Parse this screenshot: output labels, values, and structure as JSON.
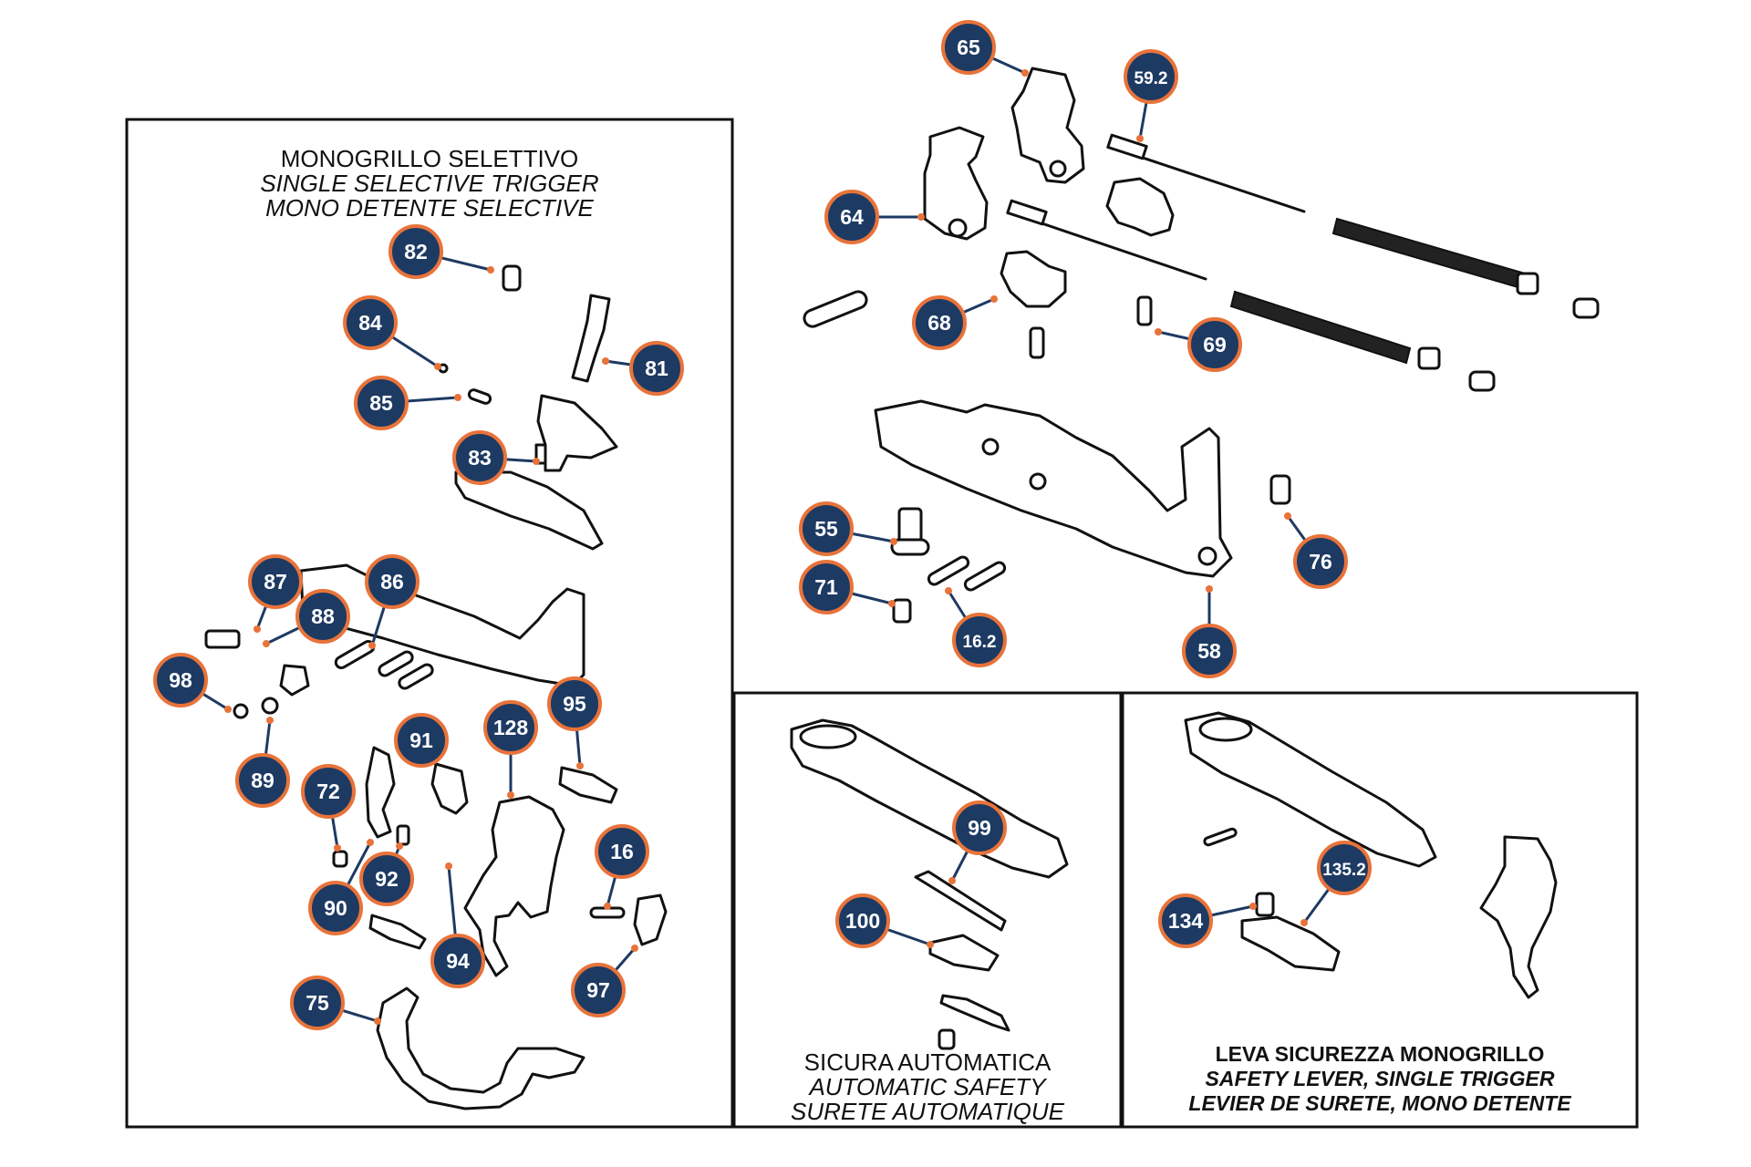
{
  "colors": {
    "badge_fill": "#1d3a63",
    "badge_ring": "#e8733a",
    "leader": "#1d3a63",
    "leader_dot": "#e8733a",
    "line_art": "#111111"
  },
  "panels": {
    "single_trigger": {
      "titles": [
        "MONOGRILLO SELETTIVO",
        "SINGLE SELECTIVE TRIGGER",
        "MONO DETENTE SELECTIVE"
      ]
    },
    "automatic_safety": {
      "titles": [
        "SICURA AUTOMATICA",
        "AUTOMATIC SAFETY",
        "SURETE AUTOMATIQUE"
      ]
    },
    "safety_lever": {
      "titles": [
        "LEVA SICUREZZA MONOGRILLO",
        "SAFETY LEVER, SINGLE TRIGGER",
        "LEVIER DE SURETE, MONO DETENTE"
      ]
    }
  },
  "callouts": [
    {
      "id": "c65",
      "label": "65"
    },
    {
      "id": "c59_2",
      "label": "59.2"
    },
    {
      "id": "c64",
      "label": "64"
    },
    {
      "id": "c68",
      "label": "68"
    },
    {
      "id": "c69",
      "label": "69"
    },
    {
      "id": "c55",
      "label": "55"
    },
    {
      "id": "c71",
      "label": "71"
    },
    {
      "id": "c16_2",
      "label": "16.2"
    },
    {
      "id": "c58",
      "label": "58"
    },
    {
      "id": "c76",
      "label": "76"
    },
    {
      "id": "c82",
      "label": "82"
    },
    {
      "id": "c84",
      "label": "84"
    },
    {
      "id": "c81",
      "label": "81"
    },
    {
      "id": "c85",
      "label": "85"
    },
    {
      "id": "c83",
      "label": "83"
    },
    {
      "id": "c87",
      "label": "87"
    },
    {
      "id": "c86",
      "label": "86"
    },
    {
      "id": "c88",
      "label": "88"
    },
    {
      "id": "c98",
      "label": "98"
    },
    {
      "id": "c89",
      "label": "89"
    },
    {
      "id": "c95",
      "label": "95"
    },
    {
      "id": "c128",
      "label": "128"
    },
    {
      "id": "c91",
      "label": "91"
    },
    {
      "id": "c72",
      "label": "72"
    },
    {
      "id": "c16",
      "label": "16"
    },
    {
      "id": "c92",
      "label": "92"
    },
    {
      "id": "c90",
      "label": "90"
    },
    {
      "id": "c94",
      "label": "94"
    },
    {
      "id": "c97",
      "label": "97"
    },
    {
      "id": "c75",
      "label": "75"
    },
    {
      "id": "c99",
      "label": "99"
    },
    {
      "id": "c100",
      "label": "100"
    },
    {
      "id": "c135_2",
      "label": "135.2"
    },
    {
      "id": "c134",
      "label": "134"
    }
  ]
}
